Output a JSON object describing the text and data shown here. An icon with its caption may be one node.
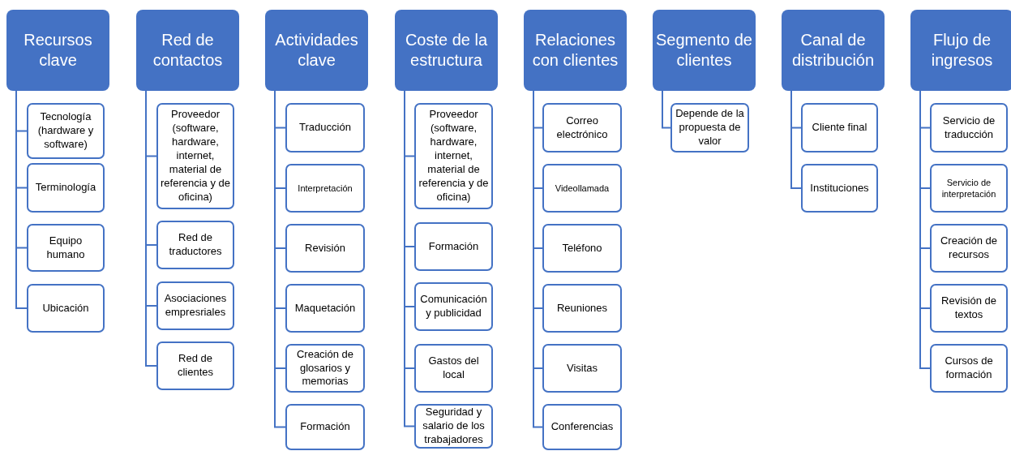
{
  "diagram": {
    "nodes": [
      {
        "text": [
          "Recursos clave"
        ]
      },
      {
        "text": [
          "Tecnología (hardware y software)"
        ]
      },
      {
        "text": [
          "Terminología"
        ]
      },
      {
        "text": [
          "Equipo humano"
        ]
      },
      {
        "text": [
          "Ubicación"
        ]
      },
      {
        "text": [
          "Red de contactos"
        ]
      },
      {
        "text": [
          "Proveedor (software, hardware, internet, material de referencia y de oficina)"
        ]
      },
      {
        "text": [
          "Red de traductores"
        ]
      },
      {
        "text": [
          "Asociaciones empresriales"
        ]
      },
      {
        "text": [
          "Red de clientes"
        ]
      },
      {
        "text": [
          "Actividades clave"
        ]
      },
      {
        "text": [
          "Traducción"
        ]
      },
      {
        "text": [
          "Interpretación"
        ]
      },
      {
        "text": [
          "Revisión"
        ]
      },
      {
        "text": [
          "Maquetación"
        ]
      },
      {
        "text": [
          "Creación de glosarios y memorias"
        ]
      },
      {
        "text": [
          "Formación"
        ]
      },
      {
        "text": [
          "Coste de la estructura"
        ]
      },
      {
        "text": [
          "Proveedor (software, hardware, internet, material de referencia y de oficina)"
        ]
      },
      {
        "text": [
          "Formación"
        ]
      },
      {
        "text": [
          "Comunicación y publicidad"
        ]
      },
      {
        "text": [
          "Gastos del local"
        ]
      },
      {
        "text": [
          "Seguridad y salario de los trabajadores"
        ]
      },
      {
        "text": [
          "Relaciones con clientes"
        ]
      },
      {
        "text": [
          "Correo electrónico"
        ]
      },
      {
        "text": [
          "Videollamada"
        ]
      },
      {
        "text": [
          "Teléfono"
        ]
      },
      {
        "text": [
          "Reuniones"
        ]
      },
      {
        "text": [
          "Visitas"
        ]
      },
      {
        "text": [
          "Conferencias"
        ]
      },
      {
        "text": [
          "Segmento de clientes"
        ]
      },
      {
        "text": [
          "Depende de la propuesta de valor"
        ]
      },
      {
        "text": [
          "Canal de distribución"
        ]
      },
      {
        "text": [
          "Cliente final"
        ]
      },
      {
        "text": [
          "Instituciones"
        ]
      },
      {
        "text": [
          "Flujo de ingresos"
        ]
      },
      {
        "text": [
          "Servicio de traducción"
        ]
      },
      {
        "text": [
          "Servicio de interpretación"
        ]
      },
      {
        "text": [
          "Creación de recursos"
        ]
      },
      {
        "text": [
          "Revisión de textos"
        ]
      },
      {
        "text": [
          "Cursos de formación"
        ]
      }
    ],
    "edges": [
      {
        "from": 0,
        "to": 1,
        "arrow": "none"
      },
      {
        "from": 0,
        "to": 2,
        "arrow": "none"
      },
      {
        "from": 0,
        "to": 3,
        "arrow": "none"
      },
      {
        "from": 0,
        "to": 4,
        "arrow": "none"
      },
      {
        "from": 5,
        "to": 6,
        "arrow": "none"
      },
      {
        "from": 5,
        "to": 7,
        "arrow": "none"
      },
      {
        "from": 5,
        "to": 8,
        "arrow": "none"
      },
      {
        "from": 5,
        "to": 9,
        "arrow": "none"
      },
      {
        "from": 10,
        "to": 11,
        "arrow": "none"
      },
      {
        "from": 10,
        "to": 12,
        "arrow": "none"
      },
      {
        "from": 10,
        "to": 13,
        "arrow": "none"
      },
      {
        "from": 10,
        "to": 14,
        "arrow": "none"
      },
      {
        "from": 10,
        "to": 15,
        "arrow": "none"
      },
      {
        "from": 10,
        "to": 16,
        "arrow": "none"
      },
      {
        "from": 17,
        "to": 18,
        "arrow": "none"
      },
      {
        "from": 17,
        "to": 19,
        "arrow": "none"
      },
      {
        "from": 17,
        "to": 20,
        "arrow": "none"
      },
      {
        "from": 17,
        "to": 21,
        "arrow": "none"
      },
      {
        "from": 17,
        "to": 22,
        "arrow": "none"
      },
      {
        "from": 23,
        "to": 24,
        "arrow": "none"
      },
      {
        "from": 23,
        "to": 25,
        "arrow": "none"
      },
      {
        "from": 23,
        "to": 26,
        "arrow": "none"
      },
      {
        "from": 23,
        "to": 27,
        "arrow": "none"
      },
      {
        "from": 23,
        "to": 28,
        "arrow": "none"
      },
      {
        "from": 23,
        "to": 29,
        "arrow": "none"
      },
      {
        "from": 30,
        "to": 31,
        "arrow": "none"
      },
      {
        "from": 32,
        "to": 33,
        "arrow": "none"
      },
      {
        "from": 32,
        "to": 34,
        "arrow": "none"
      },
      {
        "from": 35,
        "to": 36,
        "arrow": "none"
      },
      {
        "from": 35,
        "to": 37,
        "arrow": "none"
      },
      {
        "from": 35,
        "to": 38,
        "arrow": "none"
      },
      {
        "from": 35,
        "to": 39,
        "arrow": "none"
      },
      {
        "from": 35,
        "to": 40,
        "arrow": "none"
      }
    ]
  }
}
